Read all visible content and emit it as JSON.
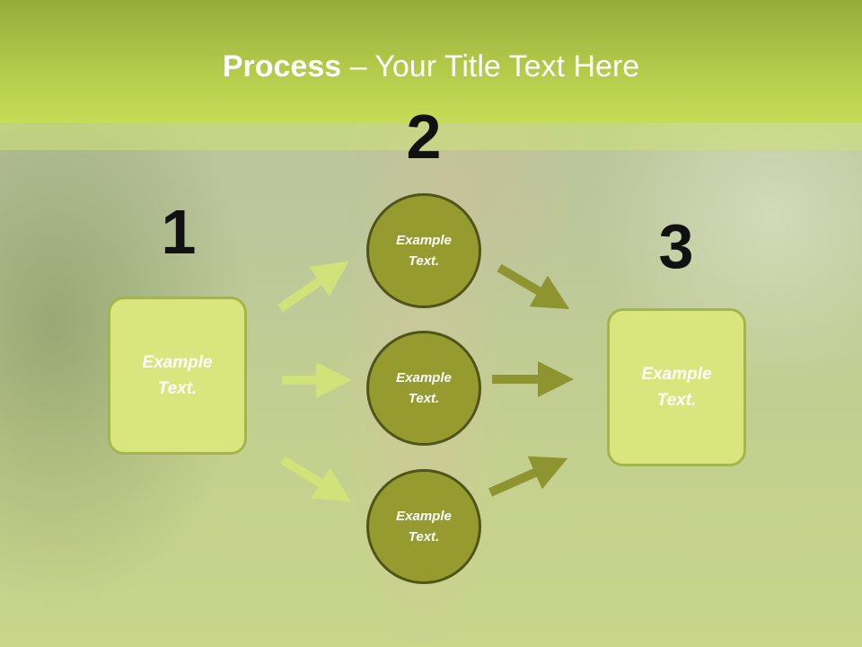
{
  "header": {
    "title_bold": "Process",
    "title_rest": " – Your Title Text Here"
  },
  "steps": [
    {
      "number": "1",
      "text": "Example Text."
    },
    {
      "number": "2",
      "items": [
        "Example Text.",
        "Example Text.",
        "Example Text."
      ]
    },
    {
      "number": "3",
      "text": "Example Text."
    }
  ],
  "colors": {
    "header": "#b3c94a",
    "box_fill": "#d9e57d",
    "circle_fill": "#969b30",
    "arrow_light": "#d2e27a",
    "arrow_dark": "#8e9530"
  }
}
